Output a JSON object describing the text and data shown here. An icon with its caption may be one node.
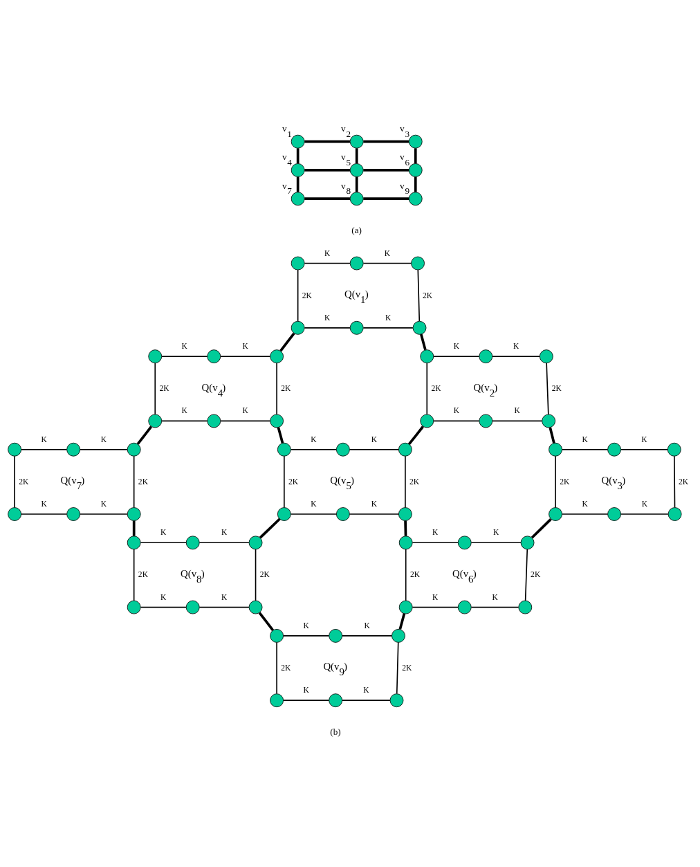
{
  "diagram": {
    "nodes": [
      {
        "text": [],
        "shape": "circle",
        "beside": [
          "v$_{1}$"
        ]
      },
      {
        "text": [],
        "shape": "circle",
        "beside": [
          "v$_{2}$"
        ]
      },
      {
        "text": [],
        "shape": "circle",
        "beside": [
          "v$_{3}$"
        ]
      },
      {
        "text": [],
        "shape": "circle",
        "beside": [
          "v$_{4}$"
        ]
      },
      {
        "text": [],
        "shape": "circle",
        "beside": [
          "v$_{5}$"
        ]
      },
      {
        "text": [],
        "shape": "circle",
        "beside": [
          "v$_{6}$"
        ]
      },
      {
        "text": [],
        "shape": "circle",
        "beside": [
          "v$_{7}$"
        ]
      },
      {
        "text": [],
        "shape": "circle",
        "beside": [
          "v$_{8}$"
        ]
      },
      {
        "text": [],
        "shape": "circle",
        "beside": [
          "v$_{9}$"
        ]
      },
      {
        "text": [],
        "shape": "circle"
      },
      {
        "text": [],
        "shape": "circle"
      },
      {
        "text": [],
        "shape": "circle"
      },
      {
        "text": [],
        "shape": "circle"
      },
      {
        "text": [],
        "shape": "circle"
      },
      {
        "text": [],
        "shape": "circle"
      },
      {
        "text": [],
        "shape": "circle"
      },
      {
        "text": [],
        "shape": "circle"
      },
      {
        "text": [],
        "shape": "circle"
      },
      {
        "text": [],
        "shape": "circle"
      },
      {
        "text": [],
        "shape": "circle"
      },
      {
        "text": [],
        "shape": "circle"
      },
      {
        "text": [],
        "shape": "circle"
      },
      {
        "text": [],
        "shape": "circle"
      },
      {
        "text": [],
        "shape": "circle"
      },
      {
        "text": [],
        "shape": "circle"
      },
      {
        "text": [],
        "shape": "circle"
      },
      {
        "text": [],
        "shape": "circle"
      },
      {
        "text": [],
        "shape": "circle"
      },
      {
        "text": [],
        "shape": "circle"
      },
      {
        "text": [],
        "shape": "circle"
      },
      {
        "text": [],
        "shape": "circle"
      },
      {
        "text": [],
        "shape": "circle"
      },
      {
        "text": [],
        "shape": "circle"
      },
      {
        "text": [],
        "shape": "circle"
      },
      {
        "text": [],
        "shape": "circle"
      },
      {
        "text": [],
        "shape": "circle"
      },
      {
        "text": [],
        "shape": "circle"
      },
      {
        "text": [],
        "shape": "circle"
      },
      {
        "text": [],
        "shape": "circle"
      },
      {
        "text": [],
        "shape": "circle"
      },
      {
        "text": [],
        "shape": "circle"
      },
      {
        "text": [],
        "shape": "circle"
      },
      {
        "text": [],
        "shape": "circle"
      },
      {
        "text": [],
        "shape": "circle"
      },
      {
        "text": [],
        "shape": "circle"
      },
      {
        "text": [],
        "shape": "circle"
      },
      {
        "text": [],
        "shape": "circle"
      },
      {
        "text": [],
        "shape": "circle"
      },
      {
        "text": [],
        "shape": "circle"
      },
      {
        "text": [],
        "shape": "circle"
      },
      {
        "text": [],
        "shape": "circle"
      },
      {
        "text": [],
        "shape": "circle"
      },
      {
        "text": [],
        "shape": "circle"
      },
      {
        "text": [],
        "shape": "circle"
      },
      {
        "text": [],
        "shape": "circle"
      },
      {
        "text": [],
        "shape": "circle"
      },
      {
        "text": [],
        "shape": "circle"
      },
      {
        "text": [],
        "shape": "circle"
      },
      {
        "text": [],
        "shape": "circle"
      },
      {
        "text": [],
        "shape": "circle"
      },
      {
        "text": [],
        "shape": "circle"
      },
      {
        "text": [],
        "shape": "circle"
      },
      {
        "text": [],
        "shape": "circle"
      }
    ],
    "edges": [
      {
        "from": 0,
        "to": 1,
        "arrow": "none",
        "style": "thick"
      },
      {
        "from": 1,
        "to": 2,
        "arrow": "none",
        "style": "thick"
      },
      {
        "from": 0,
        "to": 3,
        "arrow": "none",
        "style": "thick"
      },
      {
        "from": 1,
        "to": 4,
        "arrow": "none",
        "style": "thick"
      },
      {
        "from": 2,
        "to": 5,
        "arrow": "none",
        "style": "thick"
      },
      {
        "from": 3,
        "to": 4,
        "arrow": "none",
        "style": "thick"
      },
      {
        "from": 4,
        "to": 5,
        "arrow": "none",
        "style": "thick"
      },
      {
        "from": 3,
        "to": 6,
        "arrow": "none",
        "style": "thick"
      },
      {
        "from": 4,
        "to": 7,
        "arrow": "none",
        "style": "thick"
      },
      {
        "from": 5,
        "to": 8,
        "arrow": "none",
        "style": "thick"
      },
      {
        "from": 6,
        "to": 7,
        "arrow": "none",
        "style": "thick"
      },
      {
        "from": 7,
        "to": 8,
        "arrow": "none",
        "style": "thick"
      },
      {
        "from": 9,
        "to": 10,
        "arrow": "none",
        "label": "K"
      },
      {
        "from": 10,
        "to": 11,
        "arrow": "none",
        "label": "K"
      },
      {
        "from": 9,
        "to": 12,
        "arrow": "none",
        "label": "2K"
      },
      {
        "from": 11,
        "to": 14,
        "arrow": "none",
        "label": "2K"
      },
      {
        "from": 12,
        "to": 13,
        "arrow": "none",
        "label": "K"
      },
      {
        "from": 13,
        "to": 14,
        "arrow": "none",
        "label": "K"
      },
      {
        "from": 15,
        "to": 16,
        "arrow": "none",
        "label": "K"
      },
      {
        "from": 16,
        "to": 17,
        "arrow": "none",
        "label": "K"
      },
      {
        "from": 15,
        "to": 18,
        "arrow": "none",
        "label": "2K"
      },
      {
        "from": 17,
        "to": 20,
        "arrow": "none",
        "label": "2K"
      },
      {
        "from": 18,
        "to": 19,
        "arrow": "none",
        "label": "K"
      },
      {
        "from": 19,
        "to": 20,
        "arrow": "none",
        "label": "K"
      },
      {
        "from": 21,
        "to": 22,
        "arrow": "none",
        "label": "K"
      },
      {
        "from": 22,
        "to": 23,
        "arrow": "none",
        "label": "K"
      },
      {
        "from": 21,
        "to": 24,
        "arrow": "none",
        "label": "2K"
      },
      {
        "from": 23,
        "to": 26,
        "arrow": "none",
        "label": "2K"
      },
      {
        "from": 24,
        "to": 25,
        "arrow": "none",
        "label": "K"
      },
      {
        "from": 25,
        "to": 26,
        "arrow": "none",
        "label": "K"
      },
      {
        "from": 27,
        "to": 28,
        "arrow": "none",
        "label": "K"
      },
      {
        "from": 28,
        "to": 29,
        "arrow": "none",
        "label": "K"
      },
      {
        "from": 27,
        "to": 30,
        "arrow": "none",
        "label": "2K"
      },
      {
        "from": 29,
        "to": 32,
        "arrow": "none",
        "label": "2K"
      },
      {
        "from": 30,
        "to": 31,
        "arrow": "none",
        "label": "K"
      },
      {
        "from": 31,
        "to": 32,
        "arrow": "none",
        "label": "K"
      },
      {
        "from": 33,
        "to": 34,
        "arrow": "none",
        "label": "K"
      },
      {
        "from": 34,
        "to": 35,
        "arrow": "none",
        "label": "K"
      },
      {
        "from": 33,
        "to": 36,
        "arrow": "none",
        "label": "2K"
      },
      {
        "from": 35,
        "to": 38,
        "arrow": "none",
        "label": "2K"
      },
      {
        "from": 36,
        "to": 37,
        "arrow": "none",
        "label": "K"
      },
      {
        "from": 37,
        "to": 38,
        "arrow": "none",
        "label": "K"
      },
      {
        "from": 39,
        "to": 40,
        "arrow": "none",
        "label": "K"
      },
      {
        "from": 40,
        "to": 41,
        "arrow": "none",
        "label": "K"
      },
      {
        "from": 39,
        "to": 42,
        "arrow": "none",
        "label": "2K"
      },
      {
        "from": 41,
        "to": 44,
        "arrow": "none",
        "label": "2K"
      },
      {
        "from": 42,
        "to": 43,
        "arrow": "none",
        "label": "K"
      },
      {
        "from": 43,
        "to": 44,
        "arrow": "none",
        "label": "K"
      },
      {
        "from": 45,
        "to": 46,
        "arrow": "none",
        "label": "K"
      },
      {
        "from": 46,
        "to": 47,
        "arrow": "none",
        "label": "K"
      },
      {
        "from": 45,
        "to": 48,
        "arrow": "none",
        "label": "2K"
      },
      {
        "from": 47,
        "to": 50,
        "arrow": "none",
        "label": "2K"
      },
      {
        "from": 48,
        "to": 49,
        "arrow": "none",
        "label": "K"
      },
      {
        "from": 49,
        "to": 50,
        "arrow": "none",
        "label": "K"
      },
      {
        "from": 51,
        "to": 52,
        "arrow": "none",
        "label": "K"
      },
      {
        "from": 52,
        "to": 53,
        "arrow": "none",
        "label": "K"
      },
      {
        "from": 51,
        "to": 54,
        "arrow": "none",
        "label": "2K"
      },
      {
        "from": 53,
        "to": 56,
        "arrow": "none",
        "label": "2K"
      },
      {
        "from": 54,
        "to": 55,
        "arrow": "none",
        "label": "K"
      },
      {
        "from": 55,
        "to": 56,
        "arrow": "none",
        "label": "K"
      },
      {
        "from": 57,
        "to": 58,
        "arrow": "none",
        "label": "K"
      },
      {
        "from": 58,
        "to": 59,
        "arrow": "none",
        "label": "K"
      },
      {
        "from": 57,
        "to": 60,
        "arrow": "none",
        "label": "2K"
      },
      {
        "from": 59,
        "to": 62,
        "arrow": "none",
        "label": "2K"
      },
      {
        "from": 60,
        "to": 61,
        "arrow": "none",
        "label": "K"
      },
      {
        "from": 61,
        "to": 62,
        "arrow": "none",
        "label": "K"
      },
      {
        "from": 12,
        "to": 17,
        "arrow": "none",
        "style": "thick"
      },
      {
        "from": 14,
        "to": 21,
        "arrow": "none",
        "style": "thick"
      },
      {
        "from": 18,
        "to": 29,
        "arrow": "none",
        "style": "thick"
      },
      {
        "from": 20,
        "to": 33,
        "arrow": "none",
        "style": "thick"
      },
      {
        "from": 24,
        "to": 35,
        "arrow": "none",
        "style": "thick"
      },
      {
        "from": 26,
        "to": 39,
        "arrow": "none",
        "style": "thick"
      },
      {
        "from": 32,
        "to": 45,
        "arrow": "none",
        "style": "thick"
      },
      {
        "from": 36,
        "to": 47,
        "arrow": "none",
        "style": "thick"
      },
      {
        "from": 38,
        "to": 51,
        "arrow": "none",
        "style": "thick"
      },
      {
        "from": 42,
        "to": 53,
        "arrow": "none",
        "style": "thick"
      },
      {
        "from": 50,
        "to": 57,
        "arrow": "none",
        "style": "thick"
      },
      {
        "from": 54,
        "to": 59,
        "arrow": "none",
        "style": "thick"
      }
    ],
    "labels": [
      "(a)",
      "Q(v$_{1}$)",
      "Q(v$_{4}$)",
      "Q(v$_{2}$)",
      "Q(v$_{7}$)",
      "Q(v$_{5}$)",
      "Q(v$_{3}$)",
      "Q(v$_{8}$)",
      "Q(v$_{6}$)",
      "Q(v$_{9}$)",
      "(b)"
    ]
  }
}
